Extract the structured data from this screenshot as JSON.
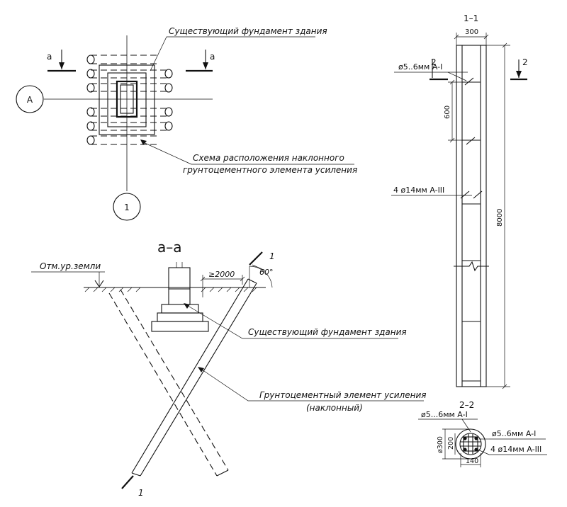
{
  "plan": {
    "section_mark_left": "a",
    "section_mark_right": "a",
    "axis_letter": "A",
    "axis_number": "1",
    "callout_top": "Существующий фундамент здания",
    "callout_bottom_line1": "Схема расположения наклонного",
    "callout_bottom_line2": "грунтоцементного элемента усиления"
  },
  "section_aa": {
    "title": "a–a",
    "ground_label": "Отм.ур.земли",
    "dim_offset": "≥2000",
    "angle": "60°",
    "mark_top": "1",
    "mark_bottom": "1",
    "label_foundation": "Существующий фундамент здания",
    "label_element_line1": "Грунтоцементный элемент усиления",
    "label_element_line2": "(наклонный)"
  },
  "section_11": {
    "title": "1–1",
    "dim_width": "300",
    "cut_mark_left": "2",
    "cut_mark_right": "2",
    "label_stirrup": "ø5..6мм A-I",
    "dim_spacing": "600",
    "label_rebar": "4 ø14мм A-III",
    "dim_length": "8000"
  },
  "section_22": {
    "title": "2–2",
    "label_stirrup_top": "ø5...6мм A-I",
    "dim_diameter": "ø300",
    "dim_inner": "200",
    "label_stirrup_right": "ø5..6мм A-I",
    "label_rebar": "4 ø14мм A-III",
    "dim_bottom": "140"
  }
}
